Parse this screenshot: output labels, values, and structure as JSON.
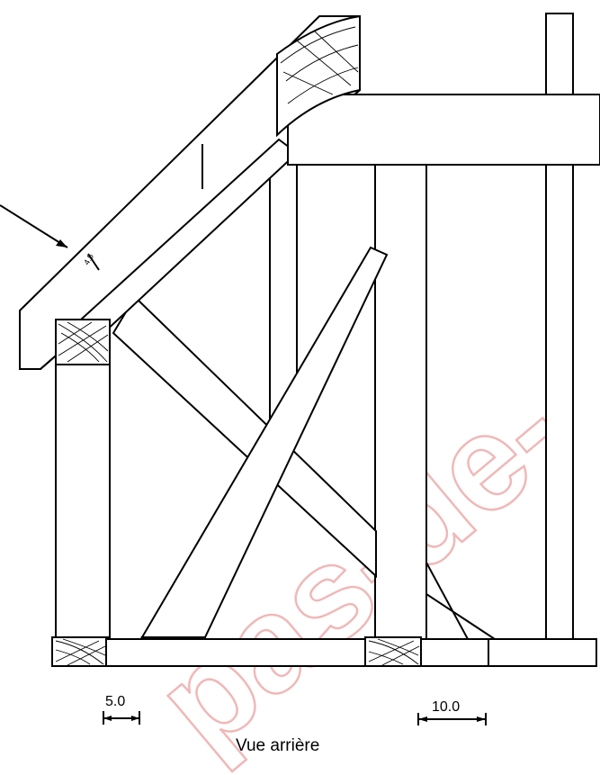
{
  "dimensions": {
    "slope_thickness": "4.5",
    "left_width": "5.0",
    "right_width": "10.0"
  },
  "caption": "Vue arrière",
  "watermark": "pas-de-"
}
